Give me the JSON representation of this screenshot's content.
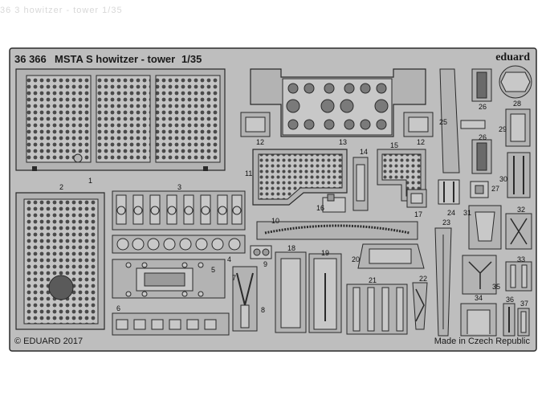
{
  "sheet": {
    "code": "36 366",
    "name": "MSTA S howitzer - tower",
    "scale": "1/35",
    "brand": "eduard",
    "copyright": "© EDUARD 2017",
    "origin": "Made in Czech Republic",
    "ghost_caption": "36 3 howitzer - tower 1/35"
  },
  "colors": {
    "fret": "#bebebe",
    "part": "#b3b3b3",
    "outline": "#2a2a2a",
    "mesh_hole": "#4a4a4a",
    "background": "#ffffff"
  },
  "part_numbers": [
    "1",
    "2",
    "3",
    "4",
    "5",
    "6",
    "7",
    "8",
    "9",
    "10",
    "11",
    "12",
    "12",
    "13",
    "14",
    "15",
    "16",
    "17",
    "18",
    "19",
    "20",
    "21",
    "22",
    "23",
    "24",
    "25",
    "26",
    "26",
    "27",
    "28",
    "29",
    "30",
    "31",
    "32",
    "33",
    "34",
    "35",
    "36",
    "37"
  ]
}
